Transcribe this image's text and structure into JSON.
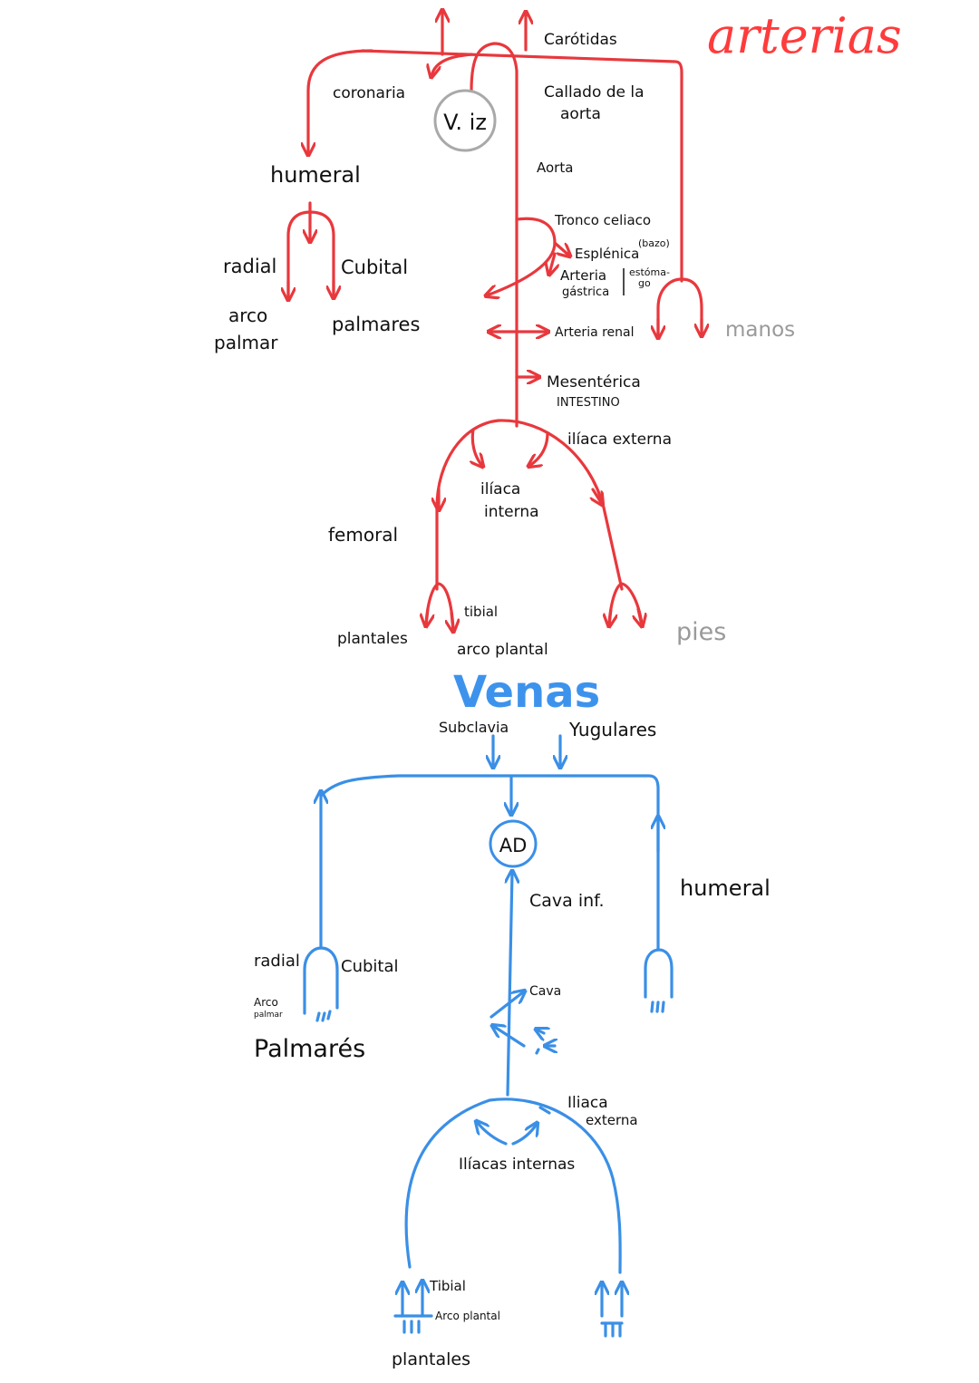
{
  "colors": {
    "arteries": "#e8383d",
    "veins": "#3a8fe6",
    "grey_label": "#9a9a9a",
    "circle": "#a9a9a9"
  },
  "arterias": {
    "title": "arterias",
    "carotidas": "Carótidas",
    "coronaria": "coronaria",
    "ventricle": "V. iz",
    "callado_1": "Callado de la",
    "callado_2": "aorta",
    "aorta": "Aorta",
    "humeral": "humeral",
    "radial": "radial",
    "cubital": "Cubital",
    "arco": "arco",
    "palmar": "palmar",
    "palmares": "palmares",
    "tronco": "Tronco celiaco",
    "bazo": "(bazo)",
    "esplenica": "Esplénica",
    "arteria_g1": "Arteria",
    "arteria_g2": "gástrica",
    "estomago_1": "estóma-",
    "estomago_2": "go",
    "renal": "Arteria renal",
    "manos": "manos",
    "mesenterica": "Mesentérica",
    "intestino": "INTESTINO",
    "iliaca_externa": "ilíaca externa",
    "iliaca_1": "ilíaca",
    "iliaca_2": "interna",
    "femoral": "femoral",
    "tibial": "tibial",
    "plantales": "plantales",
    "arco_plantal": "arco plantal",
    "pies": "pies"
  },
  "venas": {
    "title": "Venas",
    "subclavia": "Subclavia",
    "yugulares": "Yugulares",
    "atrium": "AD",
    "cava_inf": "Cava inf.",
    "humeral": "humeral",
    "radial": "radial",
    "cubital": "Cubital",
    "arco_1": "Arco",
    "arco_2": "palmar",
    "palmares": "Palmarés",
    "cava": "Cava",
    "iliaca_1": "Iliaca",
    "iliaca_2": "externa",
    "iliacas_internas": "Ilíacas internas",
    "tibial": "Tibial",
    "arco_plantal": "Arco plantal",
    "plantales": "plantales"
  }
}
